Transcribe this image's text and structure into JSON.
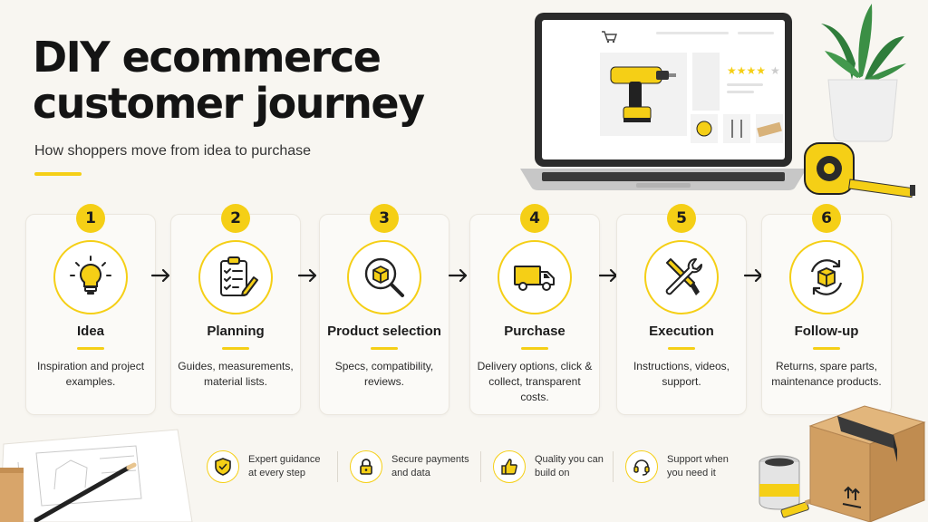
{
  "header": {
    "title_line1": "DIY ecommerce",
    "title_line2": "customer journey",
    "subtitle": "How shoppers move from idea to purchase"
  },
  "colors": {
    "accent": "#f5cf16",
    "background": "#f8f6f1",
    "text": "#1c1c1c"
  },
  "steps": [
    {
      "number": "1",
      "title": "Idea",
      "description": "Inspiration and project examples.",
      "icon": "lightbulb-icon"
    },
    {
      "number": "2",
      "title": "Planning",
      "description": "Guides, measurements, material lists.",
      "icon": "clipboard-checklist-icon"
    },
    {
      "number": "3",
      "title": "Product selection",
      "description": "Specs, compatibility, reviews.",
      "icon": "magnifier-box-icon"
    },
    {
      "number": "4",
      "title": "Purchase",
      "description": "Delivery options, click & collect, transparent costs.",
      "icon": "delivery-truck-icon"
    },
    {
      "number": "5",
      "title": "Execution",
      "description": "Instructions, videos, support.",
      "icon": "wrench-screwdriver-icon"
    },
    {
      "number": "6",
      "title": "Follow-up",
      "description": "Returns, spare parts, maintenance products.",
      "icon": "box-cycle-icon"
    }
  ],
  "features": [
    {
      "line1": "Expert guidance",
      "line2": "at every step",
      "icon": "shield-check-icon"
    },
    {
      "line1": "Secure payments",
      "line2": "and data",
      "icon": "lock-icon"
    },
    {
      "line1": "Quality you can",
      "line2": "build on",
      "icon": "thumbs-up-icon"
    },
    {
      "line1": "Support when",
      "line2": "you need it",
      "icon": "headset-icon"
    }
  ],
  "product_rating": {
    "stars_filled": 4,
    "stars_total": 5
  }
}
